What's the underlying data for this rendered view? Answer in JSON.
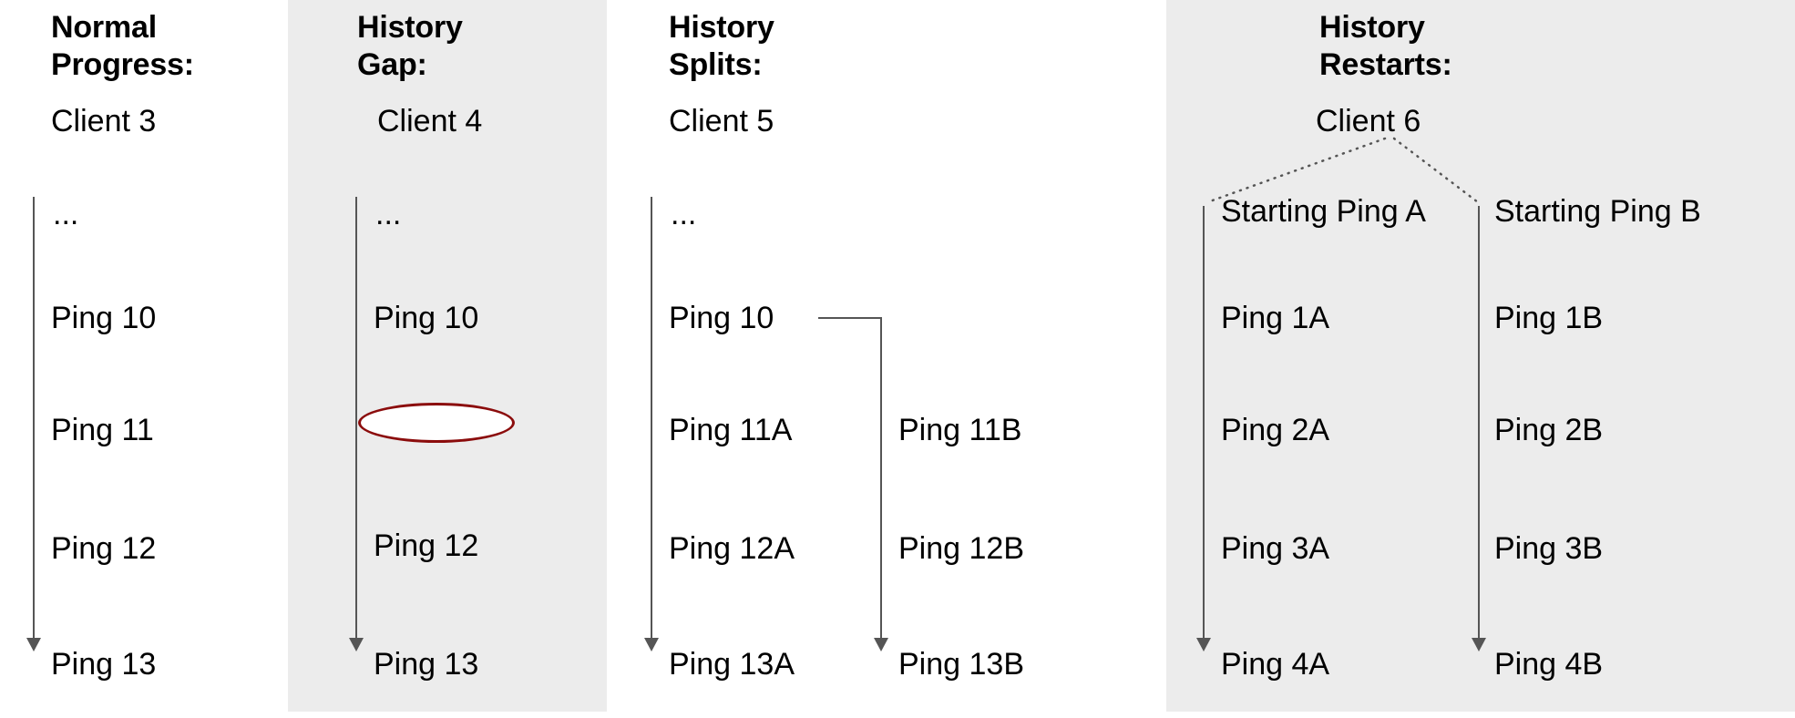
{
  "diagram": {
    "background_color": "#ffffff",
    "band_color": "#ececec",
    "arrow_color": "#555555",
    "ellipse_color": "#8b0c0c",
    "text_color": "#000000"
  },
  "columns": [
    {
      "id": "normal-progress",
      "title": "Normal\nProgress:",
      "client": "Client 3",
      "ellipsis": "...",
      "nodes": [
        "Ping 10",
        "Ping 11",
        "Ping 12",
        "Ping 13"
      ]
    },
    {
      "id": "history-gap",
      "title": "History\nGap:",
      "client": "Client 4",
      "ellipsis": "...",
      "nodes": [
        "Ping 10",
        "Ping 12",
        "Ping 13"
      ],
      "gap_marker": "missing-ping-ellipse"
    },
    {
      "id": "history-splits",
      "title": "History\nSplits:",
      "client": "Client 5",
      "ellipsis": "...",
      "branch_a": [
        "Ping 10",
        "Ping 11A",
        "Ping 12A",
        "Ping 13A"
      ],
      "branch_b": [
        "Ping 11B",
        "Ping 12B",
        "Ping 13B"
      ]
    },
    {
      "id": "history-restarts",
      "title": "History\nRestarts:",
      "client": "Client 6",
      "branch_a_head": "Starting Ping A",
      "branch_b_head": "Starting Ping B",
      "branch_a": [
        "Ping 1A",
        "Ping 2A",
        "Ping 3A",
        "Ping 4A"
      ],
      "branch_b": [
        "Ping 1B",
        "Ping 2B",
        "Ping 3B",
        "Ping 4B"
      ]
    }
  ]
}
